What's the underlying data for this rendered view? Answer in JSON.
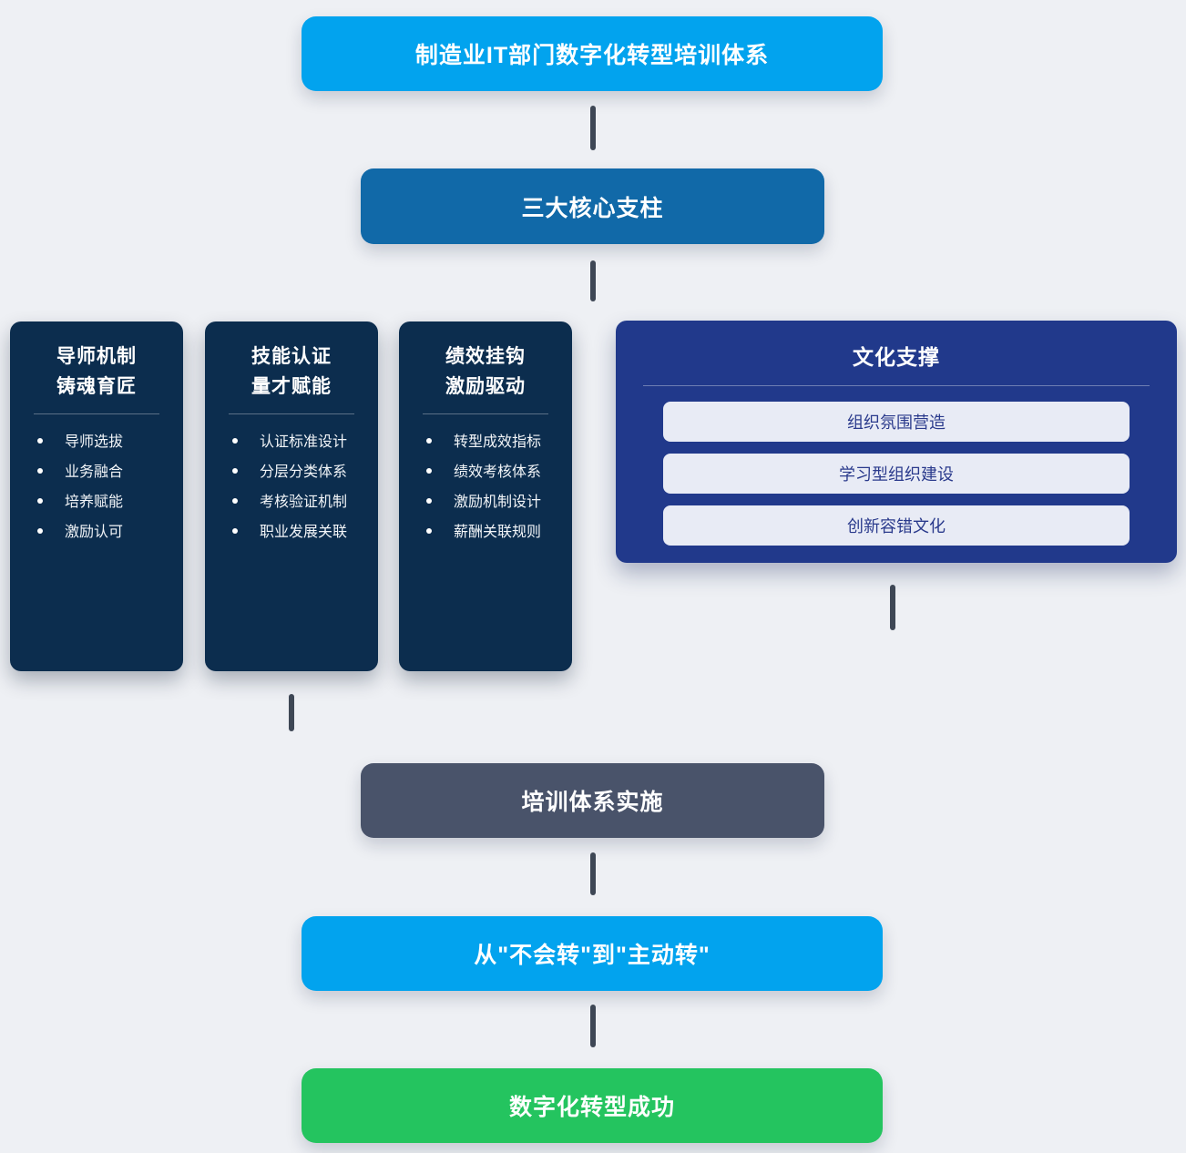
{
  "flow": {
    "title": {
      "label": "制造业IT部门数字化转型培训体系",
      "color": "#02A3EE"
    },
    "pillars_header": {
      "label": "三大核心支柱",
      "color": "#1169A8"
    },
    "implementation": {
      "label": "培训体系实施",
      "color": "#49536A"
    },
    "transition": {
      "label": "从\"不会转\"到\"主动转\"",
      "color": "#02A3EE"
    },
    "success": {
      "label": "数字化转型成功",
      "color": "#24C45F"
    }
  },
  "pillars": [
    {
      "title_line1": "导师机制",
      "title_line2": "铸魂育匠",
      "items": [
        "导师选拔",
        "业务融合",
        "培养赋能",
        "激励认可"
      ]
    },
    {
      "title_line1": "技能认证",
      "title_line2": "量才赋能",
      "items": [
        "认证标准设计",
        "分层分类体系",
        "考核验证机制",
        "职业发展关联"
      ]
    },
    {
      "title_line1": "绩效挂钩",
      "title_line2": "激励驱动",
      "items": [
        "转型成效指标",
        "绩效考核体系",
        "激励机制设计",
        "薪酬关联规则"
      ]
    }
  ],
  "culture": {
    "title": "文化支撑",
    "items": [
      "组织氛围营造",
      "学习型组织建设",
      "创新容错文化"
    ]
  },
  "colors": {
    "background": "#EEF0F4",
    "bright_blue": "#02A3EE",
    "medium_blue": "#1169A8",
    "navy_pillar": "#0C2D4E",
    "royal_blue_culture": "#21398B",
    "culture_item_bg": "#E8EBF5",
    "culture_item_text": "#2A3A8C",
    "slate_gray": "#49536A",
    "success_green": "#24C45F",
    "connector": "#3E4755"
  }
}
